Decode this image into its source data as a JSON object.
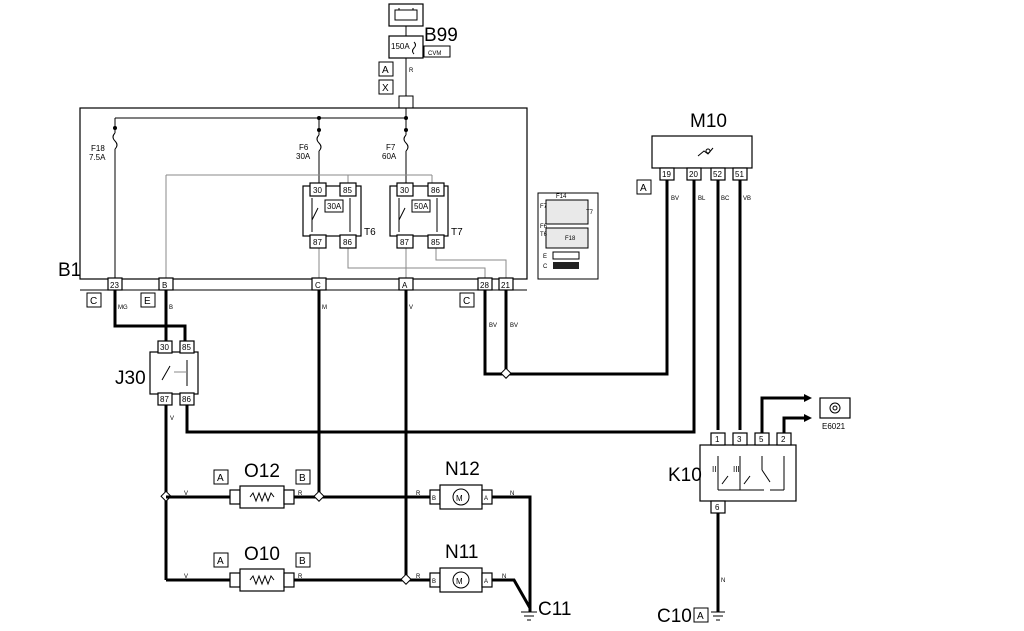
{
  "components": {
    "b99": {
      "name": "B99",
      "fuse": "150A",
      "tag": "CVM"
    },
    "b1": {
      "name": "B1"
    },
    "f18": {
      "name": "F18",
      "rating": "7.5A"
    },
    "f6": {
      "name": "F6",
      "rating": "30A"
    },
    "f7": {
      "name": "F7",
      "rating": "60A"
    },
    "t6": {
      "name": "T6",
      "rating": "30A",
      "pins": [
        "30",
        "85",
        "87",
        "86"
      ]
    },
    "t7": {
      "name": "T7",
      "rating": "50A",
      "pins": [
        "30",
        "86",
        "87",
        "85"
      ]
    },
    "j30": {
      "name": "J30",
      "pins": [
        "30",
        "85",
        "87",
        "86"
      ]
    },
    "m10": {
      "name": "M10",
      "connector": "A",
      "pins": [
        "19",
        "20",
        "52",
        "51"
      ]
    },
    "k10": {
      "name": "K10",
      "pins": [
        "1",
        "3",
        "5",
        "2",
        "6"
      ],
      "contacts": [
        "II",
        "III"
      ]
    },
    "o12": {
      "name": "O12",
      "left_conn": "A",
      "right_conn": "B"
    },
    "o10": {
      "name": "O10",
      "left_conn": "A",
      "right_conn": "B"
    },
    "n12": {
      "name": "N12",
      "left_conn": "B",
      "right_conn": "A"
    },
    "n11": {
      "name": "N11",
      "left_conn": "B",
      "right_conn": "A"
    },
    "c11": {
      "name": "C11"
    },
    "c10": {
      "name": "C10",
      "connector": "A"
    },
    "e6021": {
      "name": "E6021"
    }
  },
  "connectors": {
    "b99_a": "A",
    "b99_x": "X",
    "b1_c1": "C",
    "b1_e": "E",
    "b1_c2": "C"
  },
  "b1_pins": {
    "p23": "23",
    "pB": "B",
    "pC": "C",
    "pA": "A",
    "p28": "28",
    "p21": "21"
  },
  "wires": {
    "r": "R",
    "mg": "MG",
    "b": "B",
    "m": "M",
    "v": "V",
    "bv": "BV",
    "bl": "BL",
    "bc": "BC",
    "vb": "VB",
    "n": "N"
  },
  "fusebox_inset": {
    "labels": [
      "F14",
      "F7",
      "T7",
      "F6",
      "T6",
      "F18",
      "E",
      "C"
    ]
  },
  "colors": {
    "ink": "#000000",
    "relay_link": "#8a8a8a"
  }
}
